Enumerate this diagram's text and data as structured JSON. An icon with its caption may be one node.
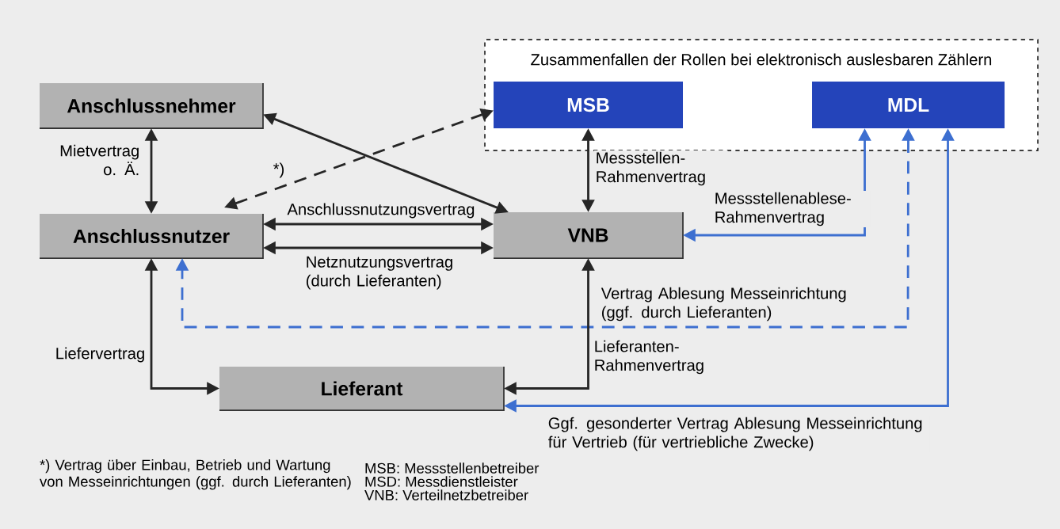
{
  "diagram": {
    "nodes": [
      {
        "text": [
          "Zusammenfallen der Rollen bei elektronisch auslesbaren Zählern"
        ]
      },
      {
        "text": [
          "MSB"
        ],
        "in": 0
      },
      {
        "text": [
          "MDL"
        ],
        "in": 0
      },
      {
        "text": [
          "Anschlussnehmer"
        ]
      },
      {
        "text": [
          "Anschlussnutzer"
        ]
      },
      {
        "text": [
          "VNB"
        ]
      },
      {
        "text": [
          "Lieferant"
        ]
      }
    ],
    "edges": [
      {
        "from": 3,
        "to": 4,
        "arrow": "both",
        "label": "Mietvertrag o. Ä."
      },
      {
        "from": 3,
        "to": 5,
        "arrow": "both"
      },
      {
        "from": 4,
        "to": 1,
        "arrow": "both",
        "style": "dashed",
        "label": "*)"
      },
      {
        "from": 4,
        "to": 5,
        "arrow": "both",
        "label": "Anschlussnutzungsvertrag"
      },
      {
        "from": 4,
        "to": 5,
        "arrow": "both",
        "label": "Netznutzungsvertrag (durch Lieferanten)"
      },
      {
        "from": 1,
        "to": 5,
        "arrow": "both",
        "label": "Messstellen-Rahmenvertrag"
      },
      {
        "from": 5,
        "to": 2,
        "arrow": "both",
        "color": "#3d6fd0",
        "label": "Messstellenablese-Rahmenvertrag"
      },
      {
        "from": 2,
        "to": 4,
        "arrow": "both",
        "style": "dashed",
        "color": "#3d6fd0",
        "label": "Vertrag Ablesung Messeinrichtung (ggf. durch Lieferanten)"
      },
      {
        "from": 2,
        "to": 6,
        "arrow": "both",
        "color": "#3d6fd0",
        "label": "Ggf. gesonderter Vertrag Ablesung Messeinrichtung für Vertrieb (für vertriebliche Zwecke)"
      },
      {
        "from": 4,
        "to": 6,
        "arrow": "both",
        "label": "Liefervertrag"
      },
      {
        "from": 5,
        "to": 6,
        "arrow": "both",
        "label": "Lieferanten-Rahmenvertrag"
      }
    ],
    "labels": [
      "*) Vertrag über Einbau, Betrieb und Wartung von Messeinrichtungen (ggf. durch Lieferanten)",
      "MSB: Messstellenbetreiber",
      "MSD: Messdienstleister",
      "VNB: Verteilnetzbetreiber"
    ]
  }
}
